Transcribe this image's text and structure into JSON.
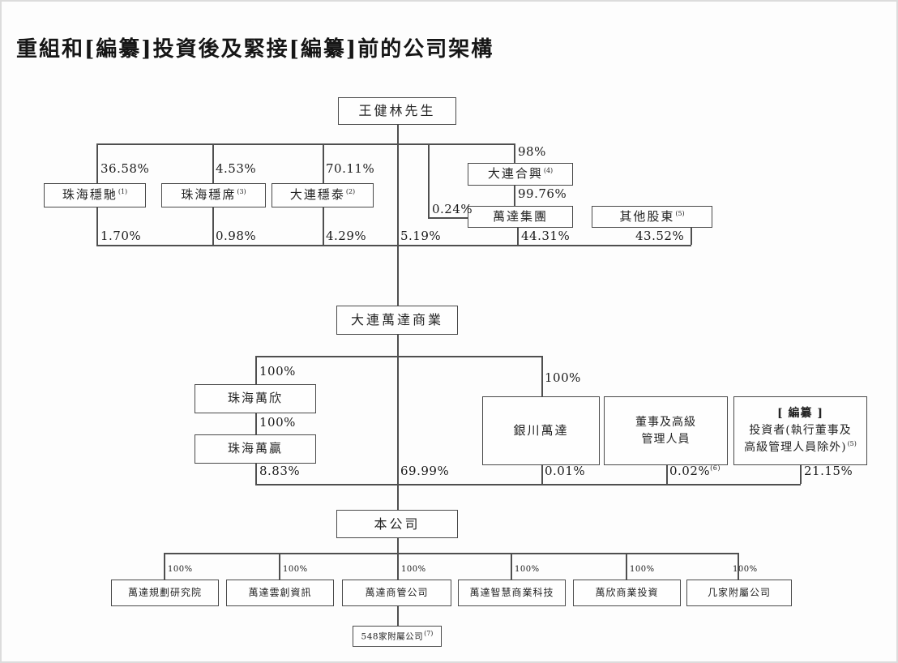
{
  "title": "重組和[編纂]投資後及緊接[編纂]前的公司架構",
  "nodes": {
    "wang": {
      "label": "王健林先生"
    },
    "zhuhai_wenchi": {
      "label": "珠海穩馳",
      "sup": "(1)"
    },
    "zhuhai_wenxi": {
      "label": "珠海穩席",
      "sup": "(3)"
    },
    "dalian_wentai": {
      "label": "大連穩泰",
      "sup": "(2)"
    },
    "dalian_hexing": {
      "label": "大連合興",
      "sup": "(4)"
    },
    "wanda_group": {
      "label": "萬達集團"
    },
    "other_shareholders": {
      "label": "其他股東",
      "sup": "(5)"
    },
    "dalian_wanda_commercial": {
      "label": "大連萬達商業"
    },
    "zhuhai_wanxin": {
      "label": "珠海萬欣"
    },
    "zhuhai_wanying": {
      "label": "珠海萬贏"
    },
    "yinchuan_wanda": {
      "label": "銀川萬達"
    },
    "directors": {
      "line1": "董事及高級",
      "line2": "管理人員"
    },
    "investors": {
      "line1": "[ 編纂 ]",
      "line2": "投資者(執行董事及",
      "line3": "高級管理人員除外)",
      "sup": "(5)"
    },
    "company": {
      "label": "本公司"
    },
    "sub_planning": {
      "label": "萬達規劃研究院"
    },
    "sub_yunchuang": {
      "label": "萬達雲創資訊"
    },
    "sub_shangguan": {
      "label": "萬達商管公司"
    },
    "sub_smart_tech": {
      "label": "萬達智慧商業科技"
    },
    "sub_wanxin_invest": {
      "label": "萬欣商業投資"
    },
    "sub_several": {
      "label": "几家附屬公司"
    },
    "sub_548": {
      "label": "548家附屬公司",
      "sup": "(7)"
    }
  },
  "percents": {
    "wenchi_up": "36.58%",
    "wenxi_up": "4.53%",
    "wentai_up": "70.11%",
    "hexing_up": "98%",
    "group_up": "99.76%",
    "wang_group": "0.24%",
    "wenchi_down": "1.70%",
    "wenxi_down": "0.98%",
    "wentai_down": "4.29%",
    "wang_direct": "5.19%",
    "group_down": "44.31%",
    "others_down": "43.52%",
    "wanxin_up": "100%",
    "yinchuan_up": "100%",
    "wanying_up": "100%",
    "wanying_down": "8.83%",
    "dwc_direct": "69.99%",
    "yinchuan_down": "0.01%",
    "directors_down": "0.02%",
    "directors_down_sup": "(6)",
    "investors_down": "21.15%",
    "sub1_up": "100%",
    "sub2_up": "100%",
    "sub3_up": "100%",
    "sub4_up": "100%",
    "sub5_up": "100%",
    "sub6_up": "100%"
  }
}
